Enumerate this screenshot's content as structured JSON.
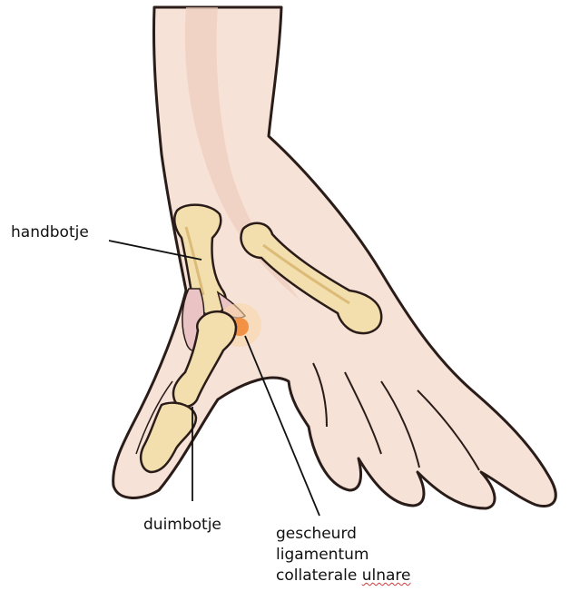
{
  "labels": {
    "hand_bone": "handbotje",
    "thumb_bone": "duimbotje",
    "ligament_line1": "gescheurd",
    "ligament_line2": "ligamentum",
    "ligament_line3a": "collaterale",
    "ligament_line3b": "ulnare"
  },
  "colors": {
    "skin": "#f6e2d6",
    "skin_shadow": "#f0cdbd",
    "outline": "#2a1c18",
    "bone": "#f3dfae",
    "bone_shade": "#dcbb78",
    "ligament": "#eac4c4",
    "injury": "#f08a3a"
  }
}
